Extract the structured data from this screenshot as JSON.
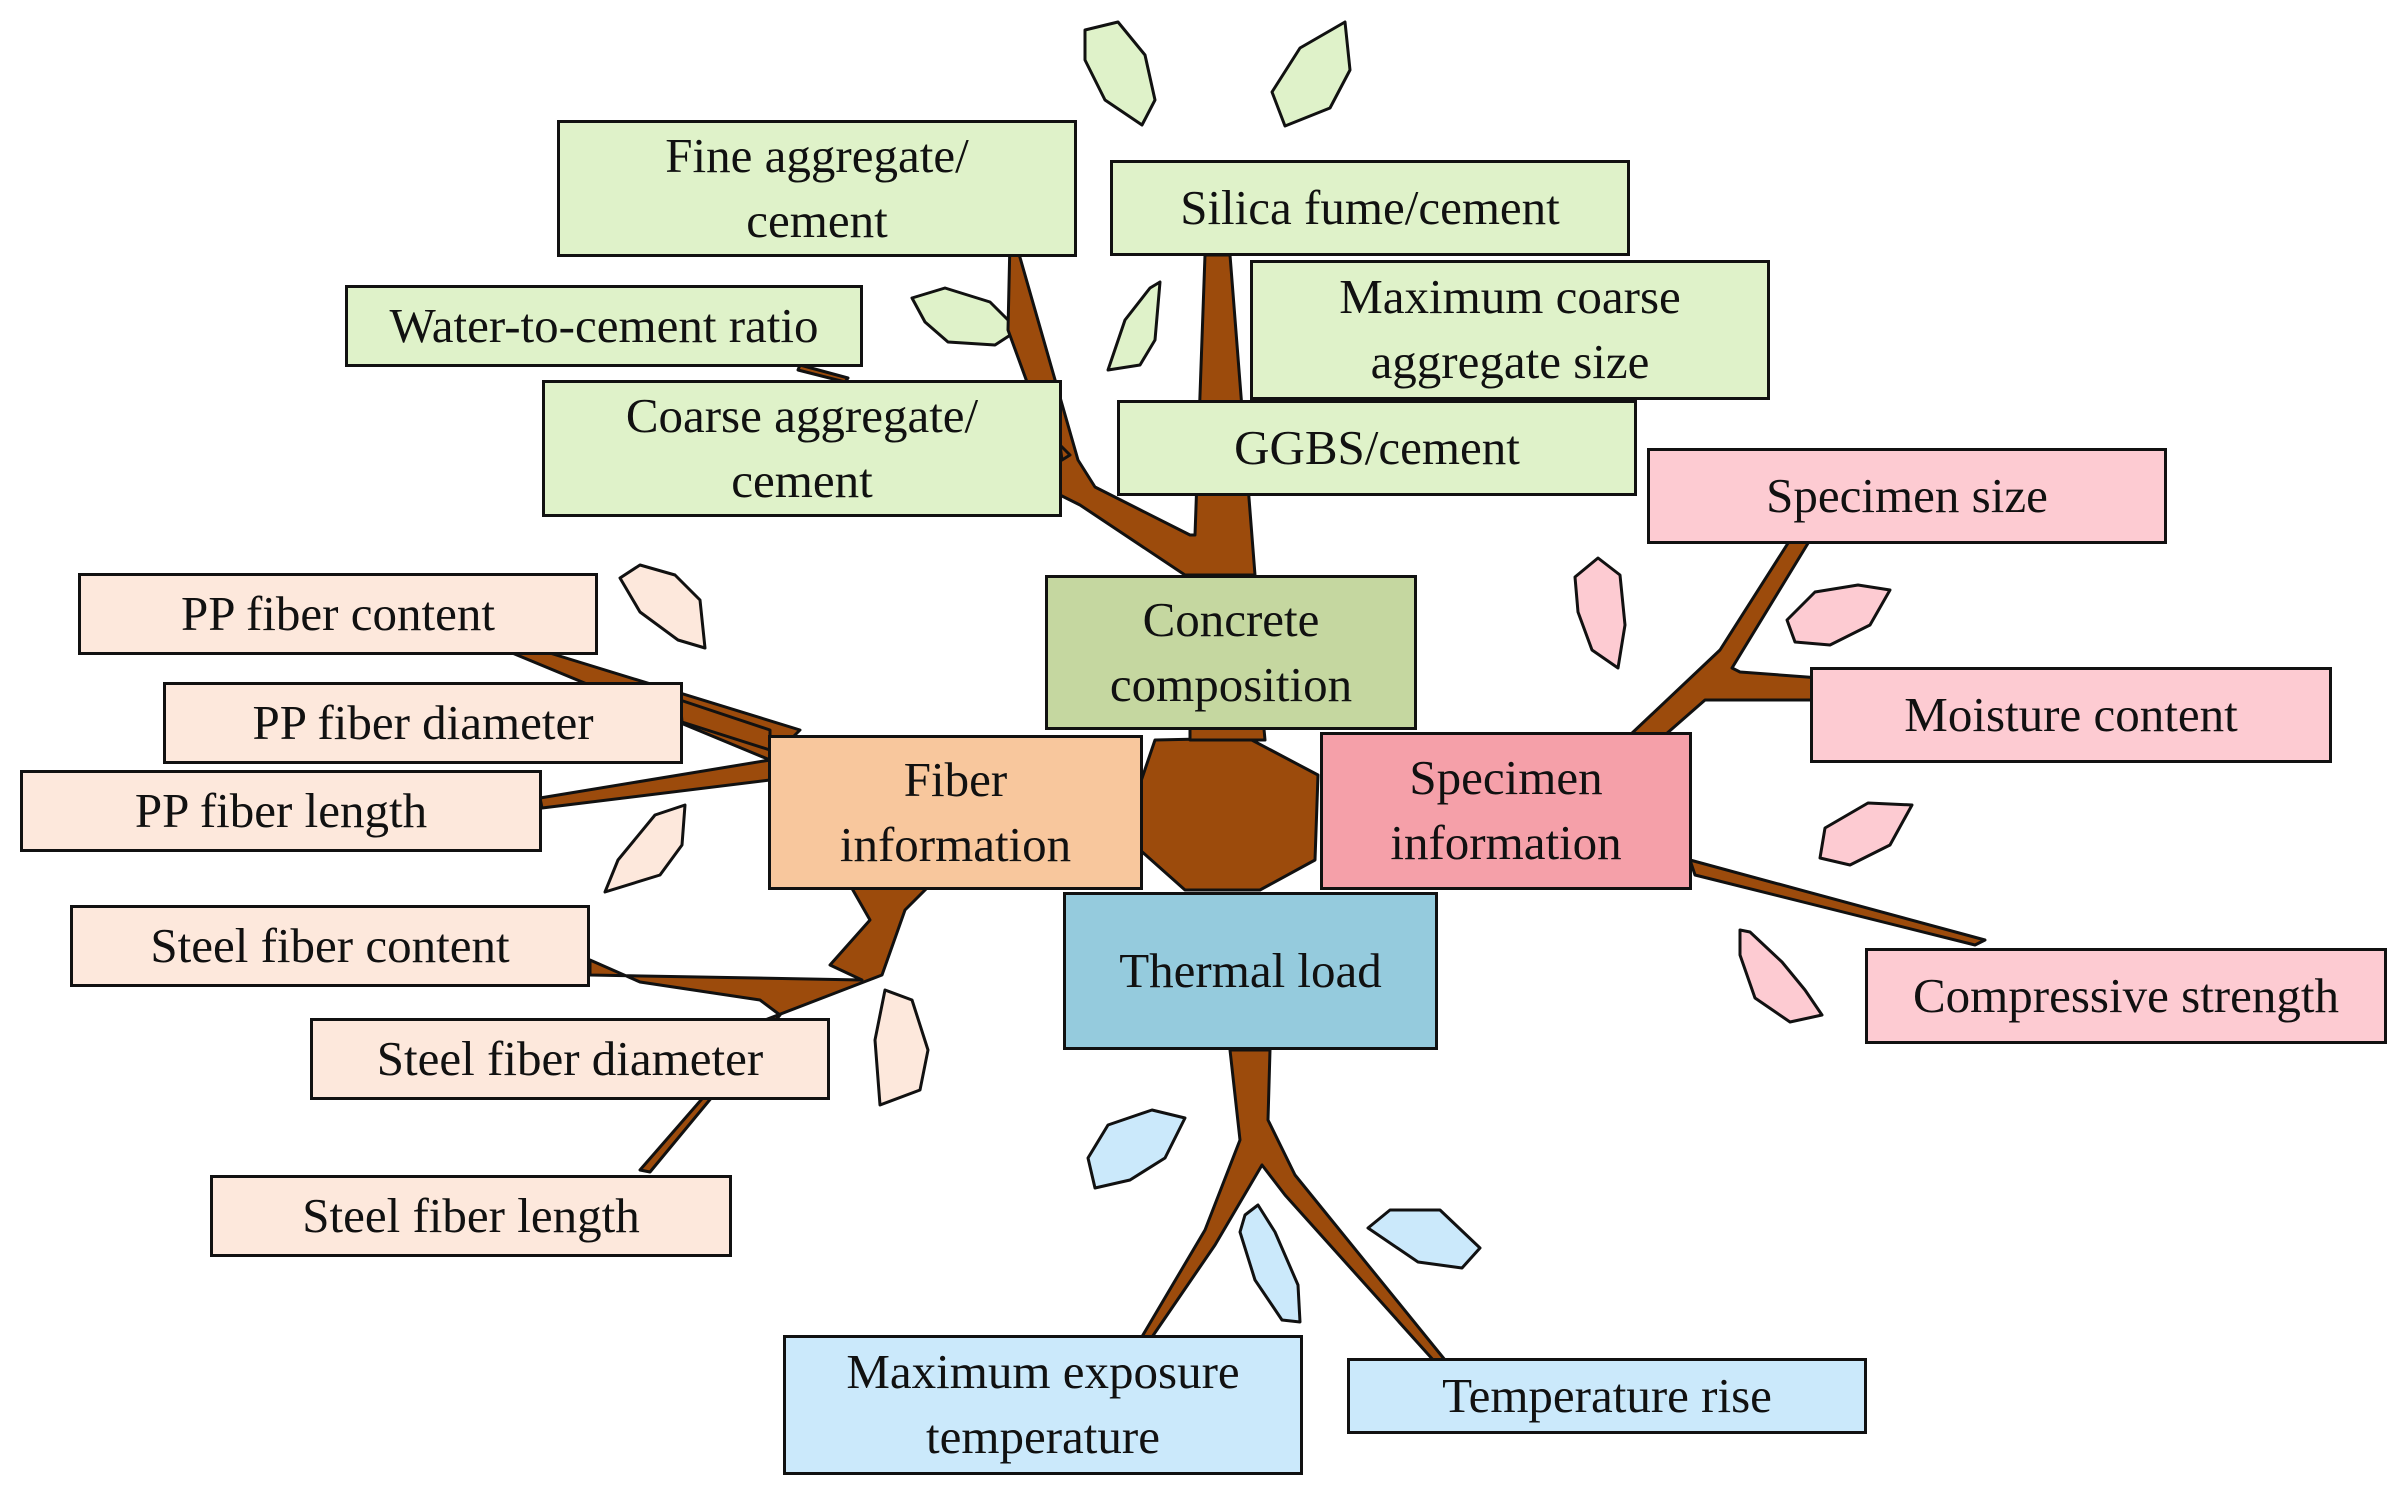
{
  "colors": {
    "branch": "#9c4b0c",
    "leaf_green": "#dff2c9",
    "leaf_peach": "#fde8dc",
    "leaf_pink": "#fdcbd2",
    "leaf_blue": "#cbe9fb"
  },
  "hubs": {
    "concrete": "Concrete\ncomposition",
    "fiber": "Fiber\ninformation",
    "specimen": "Specimen\ninformation",
    "thermal": "Thermal load"
  },
  "concrete_items": {
    "fine_aggregate": "Fine aggregate/\ncement",
    "silica_fume": "Silica fume/cement",
    "water_cement": "Water-to-cement ratio",
    "max_coarse": "Maximum coarse\naggregate size",
    "coarse_aggregate": "Coarse aggregate/\ncement",
    "ggbs": "GGBS/cement"
  },
  "fiber_items": {
    "pp_content": "PP fiber content",
    "pp_diameter": "PP fiber diameter",
    "pp_length": "PP fiber length",
    "steel_content": "Steel fiber content",
    "steel_diameter": "Steel fiber diameter",
    "steel_length": "Steel fiber length"
  },
  "specimen_items": {
    "size": "Specimen size",
    "moisture": "Moisture content",
    "strength": "Compressive strength"
  },
  "thermal_items": {
    "max_temp": "Maximum exposure\ntemperature",
    "rise": "Temperature rise"
  }
}
